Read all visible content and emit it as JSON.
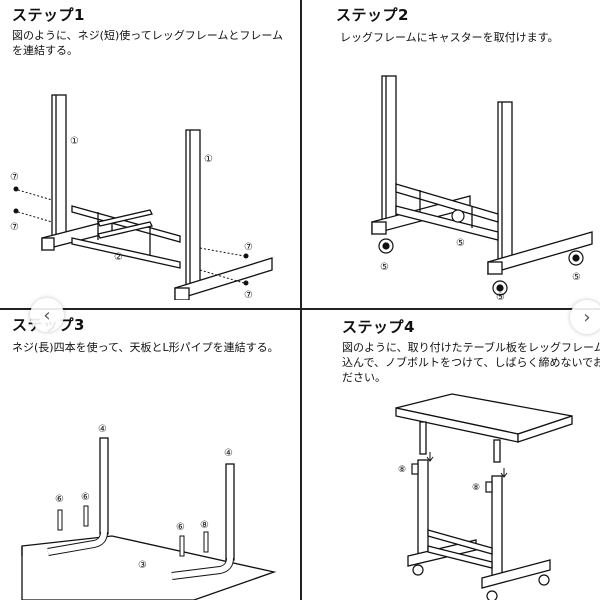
{
  "steps": [
    {
      "title": "ステップ1",
      "desc": "図のように、ネジ(短)使ってレッグフレームとフレームを連結する。",
      "labels": {
        "frame": "①",
        "bar": "②",
        "screw": "⑦"
      }
    },
    {
      "title": "ステップ2",
      "desc": "レッグフレームにキャスターを取付けます。",
      "labels": {
        "caster": "⑤"
      }
    },
    {
      "title": "ステップ3",
      "desc": "ネジ(長)四本を使って、天板とL形パイプを連結する。",
      "labels": {
        "top": "③",
        "pipe": "④",
        "screw": "⑥",
        "washer": "⑧"
      }
    },
    {
      "title": "ステップ4",
      "desc": "図のように、取り付けたテーブル板をレッグフレームに差し込んで、ノブボルトをつけて、しばらく締めないでおいてください。",
      "labels": {
        "knob": "⑧"
      }
    }
  ],
  "nav": {
    "prev_icon": "chevron-left-icon",
    "next_icon": "chevron-right-icon",
    "prev": "‹",
    "next": "›"
  }
}
